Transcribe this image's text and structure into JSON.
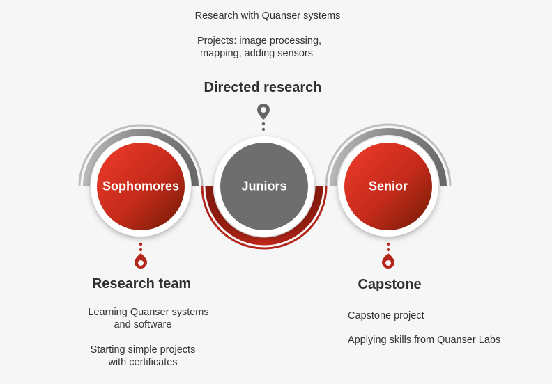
{
  "colors": {
    "background": "#f6f6f6",
    "red_light": "#ee3b2c",
    "red_dark": "#7a1f08",
    "gray": "#6e6e6e",
    "gray_arc": "#8a8a8a",
    "red_arc": "#b3261b",
    "dot_gray": "#666666",
    "dot_red": "#b3261b"
  },
  "stages": [
    {
      "label": "Sophomores",
      "fill": "red",
      "heading": "Research team",
      "details": [
        "Learning Quanser systems",
        "and software",
        "Starting simple projects",
        "with certificates"
      ],
      "icon": "location-pin-icon"
    },
    {
      "label": "Juniors",
      "fill": "gray",
      "heading": "Directed research",
      "details": [
        "Research with Quanser systems",
        "Projects: image processing,",
        "mapping, adding sensors"
      ],
      "icon": "location-pin-icon"
    },
    {
      "label": "Senior",
      "fill": "red",
      "heading": "Capstone",
      "details": [
        "Capstone project",
        "Applying skills from Quanser Labs"
      ],
      "icon": "location-pin-icon"
    }
  ]
}
